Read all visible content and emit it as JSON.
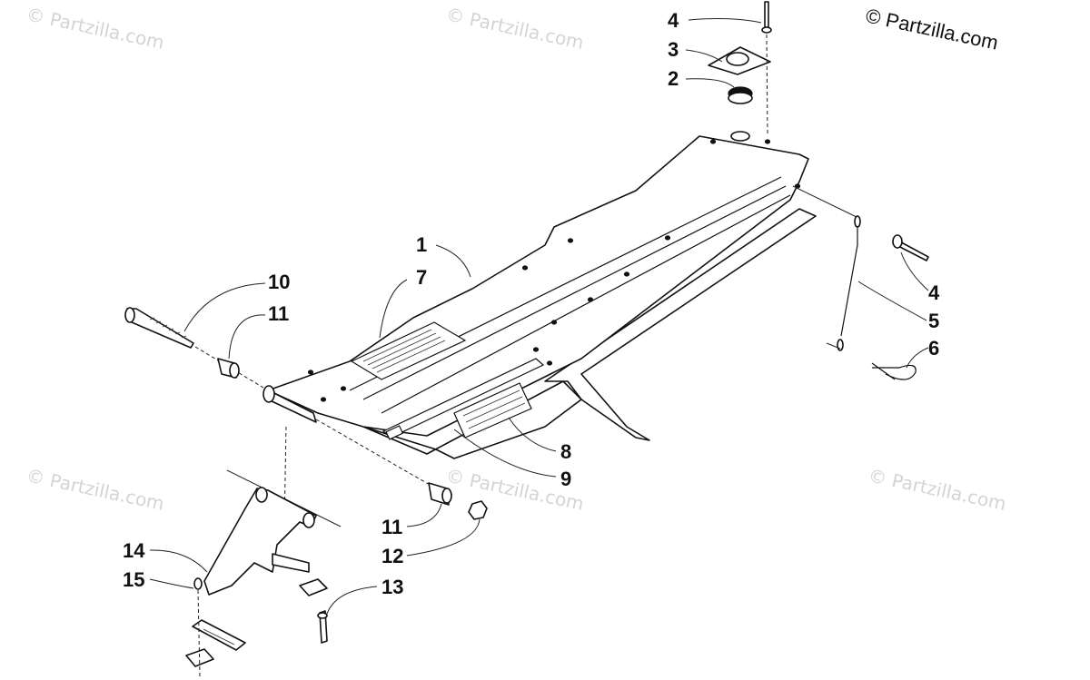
{
  "copyright": "© Partzilla.com",
  "watermark": "© Partzilla.com",
  "callouts": [
    {
      "id": "c1",
      "text": "1"
    },
    {
      "id": "c2",
      "text": "2"
    },
    {
      "id": "c3",
      "text": "3"
    },
    {
      "id": "c4a",
      "text": "4"
    },
    {
      "id": "c4b",
      "text": "4"
    },
    {
      "id": "c5",
      "text": "5"
    },
    {
      "id": "c6",
      "text": "6"
    },
    {
      "id": "c7",
      "text": "7"
    },
    {
      "id": "c8",
      "text": "8"
    },
    {
      "id": "c9",
      "text": "9"
    },
    {
      "id": "c10",
      "text": "10"
    },
    {
      "id": "c11a",
      "text": "11"
    },
    {
      "id": "c11b",
      "text": "11"
    },
    {
      "id": "c12",
      "text": "12"
    },
    {
      "id": "c13",
      "text": "13"
    },
    {
      "id": "c14",
      "text": "14"
    },
    {
      "id": "c15",
      "text": "15"
    }
  ]
}
